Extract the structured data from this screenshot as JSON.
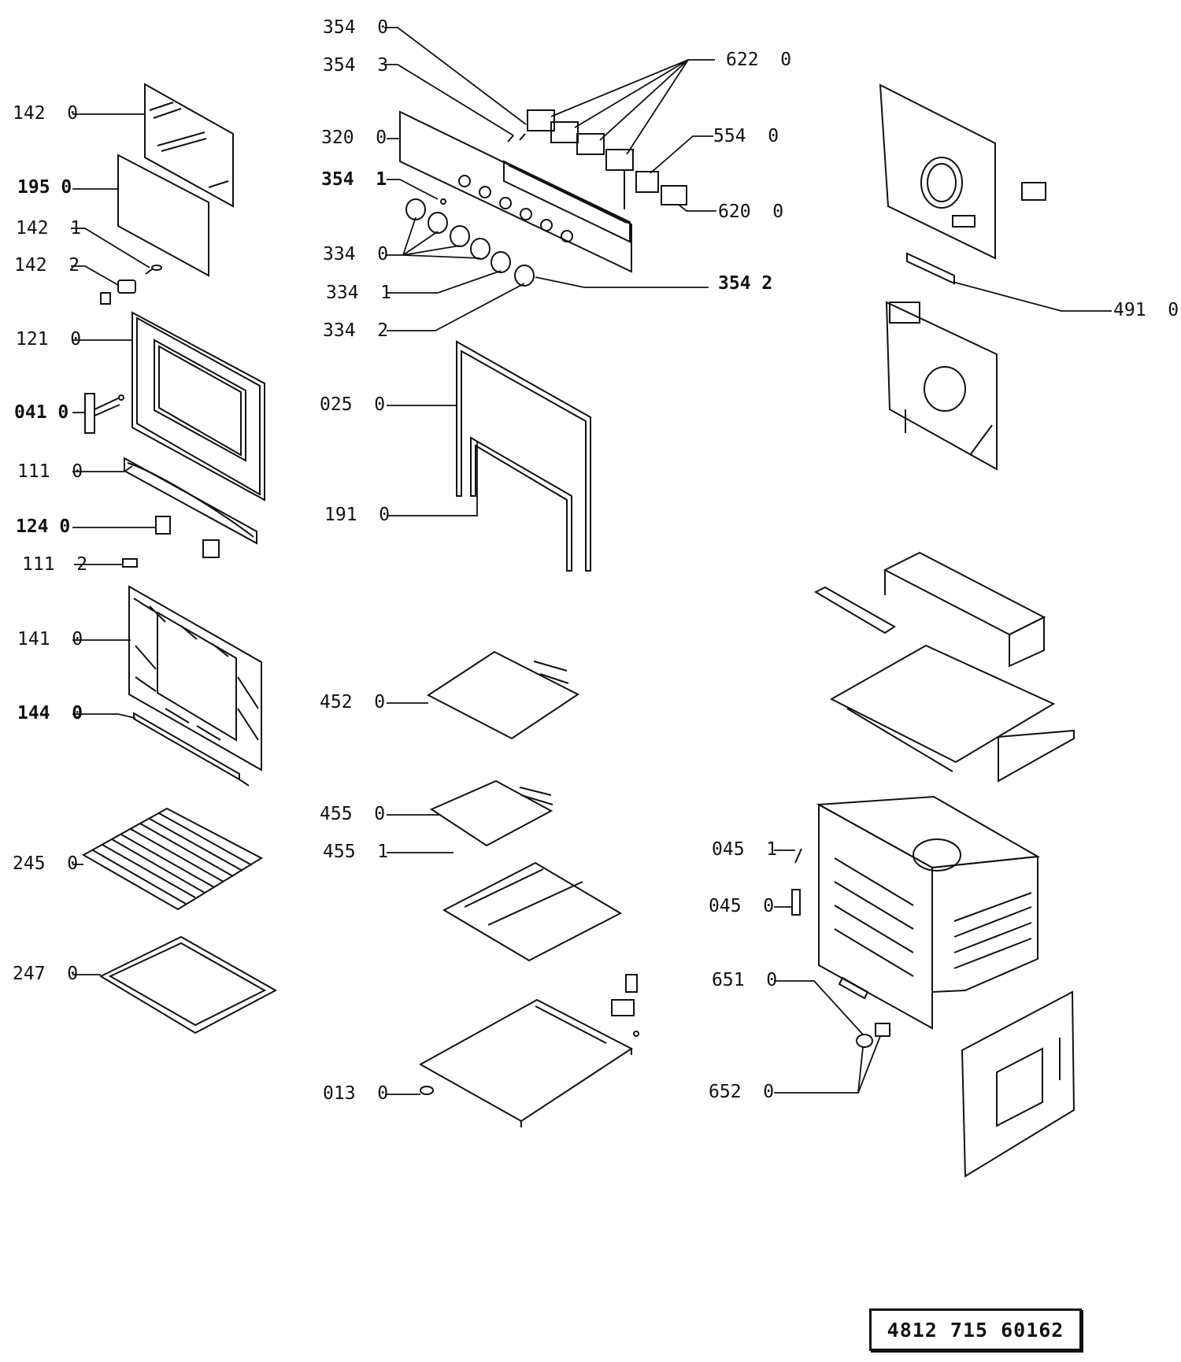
{
  "labels": {
    "l_354_0": "354  0",
    "l_354_3": "354  3",
    "l_320_0": "320  0",
    "l_354_1": "354  1",
    "l_334_0": "334  0",
    "l_334_1": "334  1",
    "l_334_2": "334  2",
    "l_354_2": "354 2",
    "l_622_0": "622  0",
    "l_554_0": "554  0",
    "l_620_0": "620  0",
    "l_142_0": "142  0",
    "l_195_0": "195 0",
    "l_142_1": "142  1",
    "l_142_2": "142  2",
    "l_121_0": "121  0",
    "l_041_0": "041 0",
    "l_111_0": "111  0",
    "l_124_0": "124 0",
    "l_111_2": "111  2",
    "l_025_0": "025  0",
    "l_191_0": "191  0",
    "l_141_0": "141  0",
    "l_144_0": "144  0",
    "l_452_0": "452  0",
    "l_455_0": "455  0",
    "l_455_1": "455  1",
    "l_245_0": "245  0",
    "l_247_0": "247  0",
    "l_013_0": "013  0",
    "l_491_0": "491  0",
    "l_045_1": "045  1",
    "l_045_0": "045  0",
    "l_651_0": "651  0",
    "l_652_0": "652  0"
  },
  "part_number": "4812  715  60162",
  "colors": {
    "ink": "#111111",
    "paper": "#ffffff"
  }
}
